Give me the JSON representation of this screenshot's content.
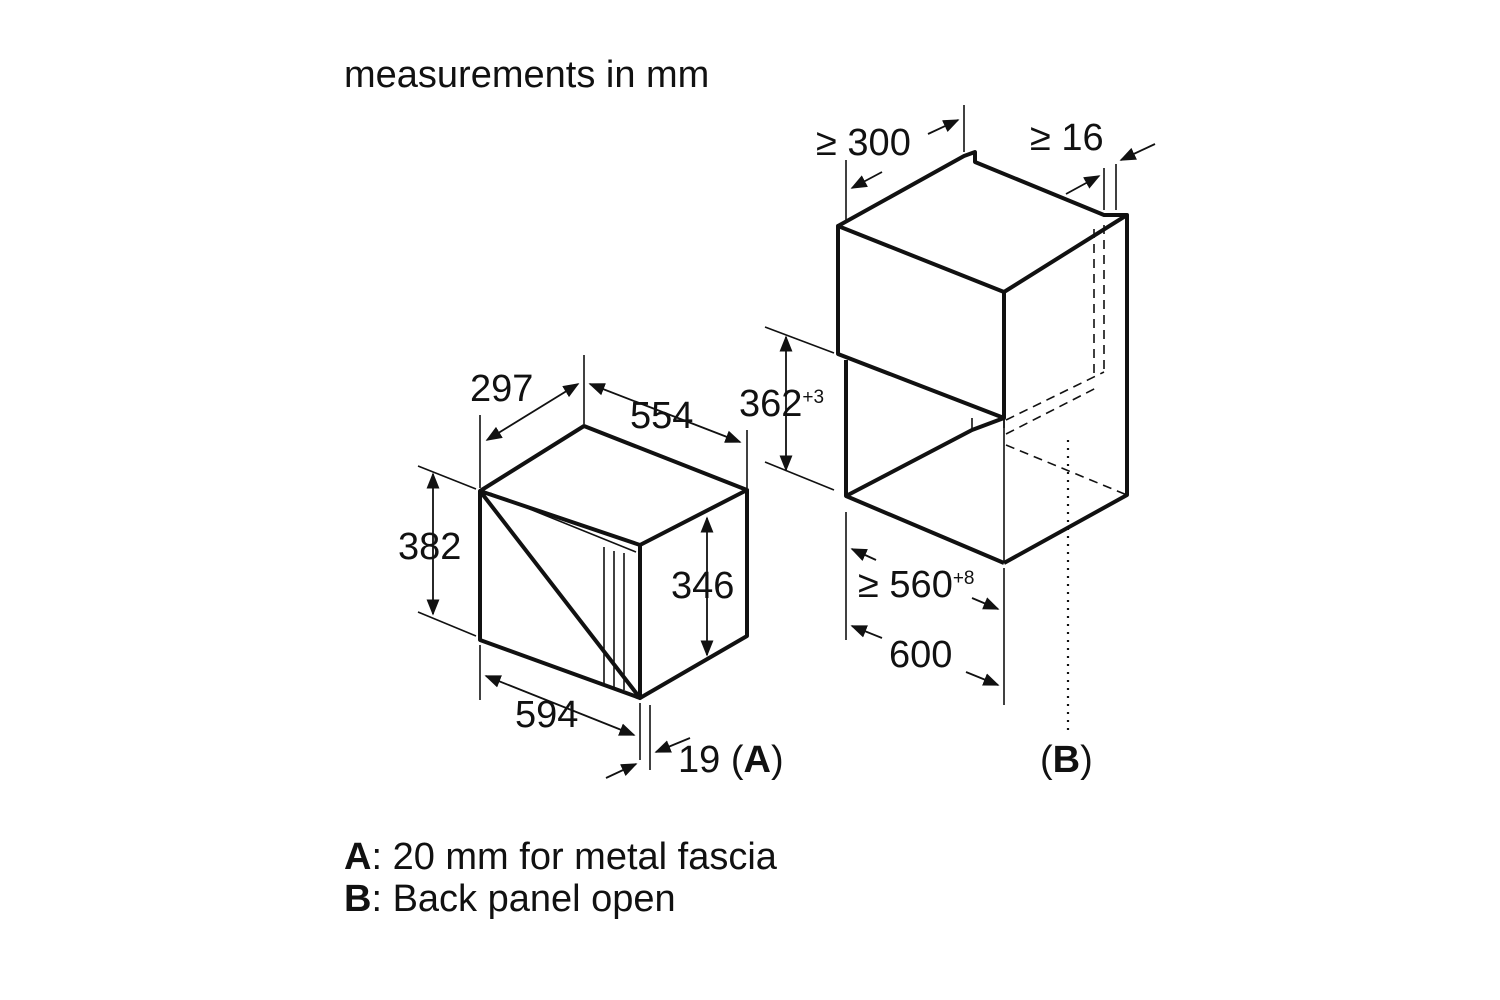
{
  "title": "measurements in mm",
  "appliance": {
    "depth": "297",
    "depth_inner": "554",
    "height": "382",
    "door_height": "346",
    "width": "594",
    "front_depth": "19",
    "note_ref": "A"
  },
  "niche": {
    "top_depth": "300",
    "top_depth_prefix": "≥",
    "side_gap": "16",
    "side_gap_prefix": "≥",
    "height": "362",
    "height_tol": "+3",
    "width_min": "560",
    "width_min_prefix": "≥",
    "width_tol": "+8",
    "cabinet_width": "600",
    "note_ref": "B"
  },
  "legend": [
    {
      "key": "A",
      "text": ": 20 mm for metal fascia"
    },
    {
      "key": "B",
      "text": ": Back panel open"
    }
  ]
}
